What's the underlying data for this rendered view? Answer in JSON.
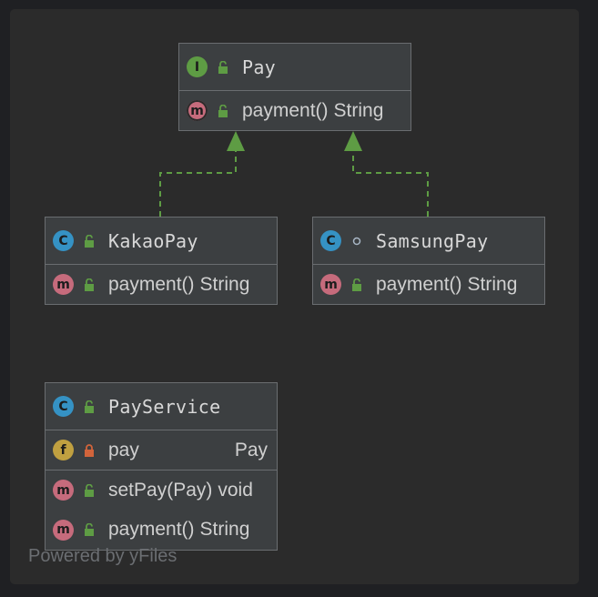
{
  "watermark": "Powered by yFiles",
  "colors": {
    "background": "#2b2b2b",
    "node_fill": "#3c3f41",
    "node_border": "#6a6d70",
    "edge": "#5e9c44",
    "interface_badge": "#5e9c44",
    "class_badge": "#3592c4",
    "method_badge": "#c66b7c",
    "field_badge": "#c0a040",
    "public_lock": "#5e9c44",
    "private_lock": "#d2643b"
  },
  "nodes": {
    "pay": {
      "kind_badge": "I",
      "name": "Pay",
      "members": [
        {
          "badge": "m",
          "visibility": "public",
          "name": "payment()",
          "type": "String"
        }
      ]
    },
    "kakaopay": {
      "kind_badge": "C",
      "name": "KakaoPay",
      "members": [
        {
          "badge": "m",
          "visibility": "public",
          "name": "payment()",
          "type": "String"
        }
      ]
    },
    "samsungpay": {
      "kind_badge": "C",
      "name": "SamsungPay",
      "members": [
        {
          "badge": "m",
          "visibility": "public",
          "name": "payment()",
          "type": "String"
        }
      ]
    },
    "payservice": {
      "kind_badge": "C",
      "name": "PayService",
      "fields": [
        {
          "badge": "f",
          "visibility": "private",
          "name": "pay",
          "type": "Pay"
        }
      ],
      "members": [
        {
          "badge": "m",
          "visibility": "public",
          "name": "setPay(Pay)",
          "type": "void"
        },
        {
          "badge": "m",
          "visibility": "public",
          "name": "payment()",
          "type": "String"
        }
      ]
    }
  },
  "edges": [
    {
      "from": "kakaopay",
      "to": "pay",
      "style": "dashed",
      "arrow": "hollow-triangle"
    },
    {
      "from": "samsungpay",
      "to": "pay",
      "style": "dashed",
      "arrow": "hollow-triangle"
    }
  ]
}
